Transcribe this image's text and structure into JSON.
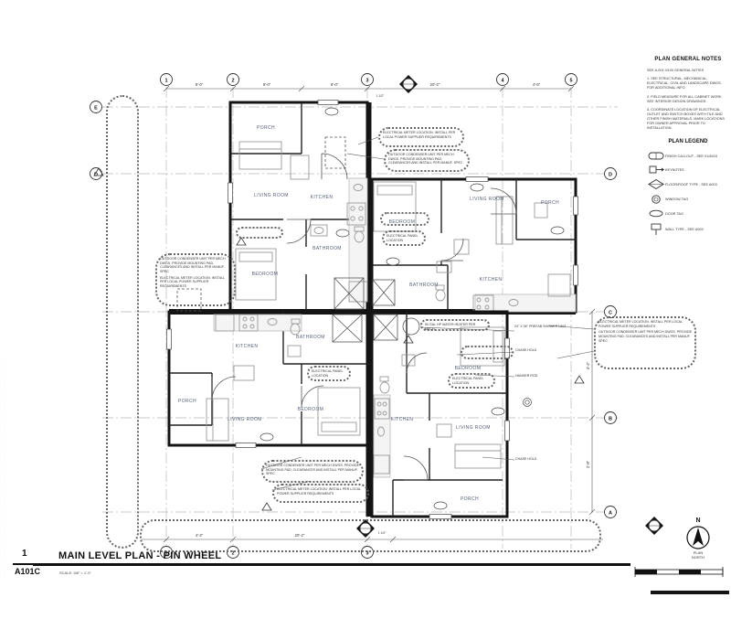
{
  "sheet": {
    "drawing_number": "1",
    "sheet_number": "A101C",
    "title": "MAIN LEVEL PLAN - PIN WHEEL",
    "scale": "SCALE: 3/8\" = 1'-0\"",
    "margin_microtext": "· · · · · · · · · · · · · · · · · · · · · · · · · · · · · · · · · · · · · · · ·"
  },
  "north_arrow": {
    "letter": "N",
    "label_line1": "PLAN",
    "label_line2": "NORTH"
  },
  "general_notes": {
    "title": "PLAN GENERAL NOTES",
    "intro": "SEE A-001 0/100 GENERAL NOTES",
    "items": [
      "1. SEE STRUCTURAL, MECHANICAL, ELECTRICAL, CIVIL AND LANDSCAPE DWGS. FOR ADDITIONAL INFO.",
      "2. FIELD MEASURE FOR ALL CABINET WORK. SEE INTERIOR DESIGN DRAWINGS.",
      "3. COORDINATE LOCATION OF ELECTRICAL OUTLET AND SWITCH BOXES WITH TILE AND OTHER FINISH MATERIALS. MARK LOCATIONS FOR OWNER APPROVAL PRIOR TO INSTALLATION."
    ]
  },
  "legend": {
    "title": "PLAN LEGEND",
    "items": [
      {
        "icon": "finish-callout-tag",
        "label": "FINISH CALLOUT - SEE 01/A010"
      },
      {
        "icon": "keynote-tag",
        "label": "KEYNOTES"
      },
      {
        "icon": "floor-roof-tag",
        "label": "FLOOR/ROOF TYPE - SEE A003"
      },
      {
        "icon": "window-tag",
        "label": "WINDOW TAG"
      },
      {
        "icon": "door-tag",
        "label": "DOOR TAG"
      },
      {
        "icon": "wall-type-tag",
        "label": "WALL TYPE - SEE A003"
      }
    ]
  },
  "grid": {
    "top": [
      "1",
      "2",
      "3",
      "4",
      "5"
    ],
    "bottom": [
      "1",
      "2",
      "3"
    ],
    "left": [
      "E",
      "D"
    ],
    "right": [
      "D",
      "C",
      "B",
      "A"
    ]
  },
  "dimensions": {
    "top": [
      "8'-0\"",
      "8'-0\"",
      "8'-0\"",
      "20'-2\"",
      "4'-6\""
    ],
    "top_small": "1 1/2\"",
    "bottom": [
      "4'-2\"",
      "20'-2\"",
      "1 1/4\""
    ],
    "right": [
      "3'-4\"",
      "2'-8\""
    ]
  },
  "room_labels": {
    "porch": "PORCH",
    "living_room": "LIVING ROOM",
    "kitchen": "KITCHEN",
    "bedroom": "BEDROOM",
    "bathroom": "BATHROOM"
  },
  "annotations": {
    "electrical_panel": "ELECTRICAL PANEL LOCATION",
    "electrical_meter": "ELECTRICAL METER LOCATION. INSTALL PER LOCAL POWER SUPPLIER REQUIREMENTS",
    "condenser": "OUTDOOR CONDENSER UNIT PER MECH DWGS. PROVIDE MOUNTING PAD, CLEARANCES AND INSTALL PER MANUF. SPEC",
    "water_heater": "50 GAL HP WATER HEATER PER MECH",
    "prefab_shower": "24\" X 36\" PREFAB SHOWER UNIT",
    "chase_hold": "CHASE HOLD",
    "hanger_rod": "HANGER ROD"
  },
  "colors": {
    "line": "#141414",
    "room_text": "#55607a",
    "cloud": "#666666"
  }
}
